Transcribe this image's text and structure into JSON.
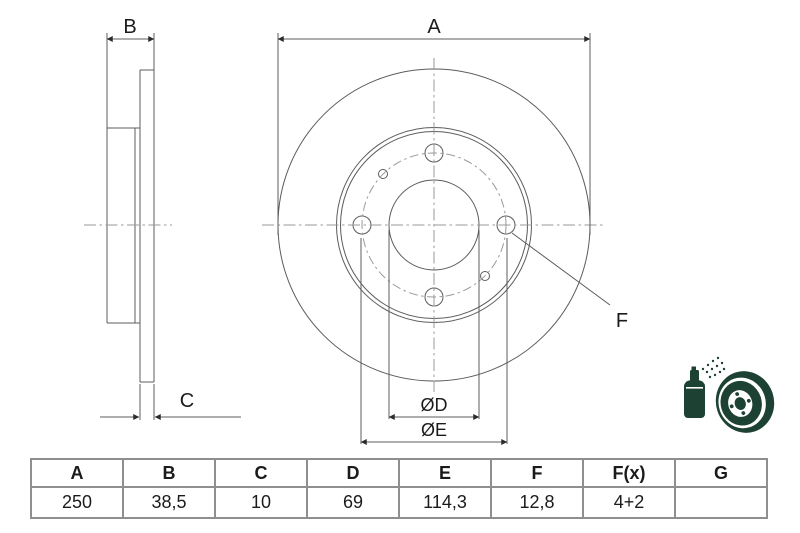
{
  "colors": {
    "background": "#ffffff",
    "drawing_line": "#5c5c5c",
    "centerline": "#9a9a9a",
    "arrow": "#2b2b2b",
    "label_text": "#1b1b1b",
    "table_border": "#8f8f8f",
    "icon_green": "#1d4233"
  },
  "drawing": {
    "dim_a_label": "A",
    "dim_b_label": "B",
    "dim_c_label": "C",
    "dim_d_label": "ØD",
    "dim_e_label": "ØE",
    "dim_f_label": "F"
  },
  "icon": {
    "name": "coated-brake-disc-pictogram",
    "parts": [
      "spray-can-icon",
      "brake-disc-icon",
      "spray-droplets-icon"
    ]
  },
  "table": {
    "headers": [
      "A",
      "B",
      "C",
      "D",
      "E",
      "F",
      "F(x)",
      "G"
    ],
    "values": [
      "250",
      "38,5",
      "10",
      "69",
      "114,3",
      "12,8",
      "4+2",
      ""
    ]
  }
}
